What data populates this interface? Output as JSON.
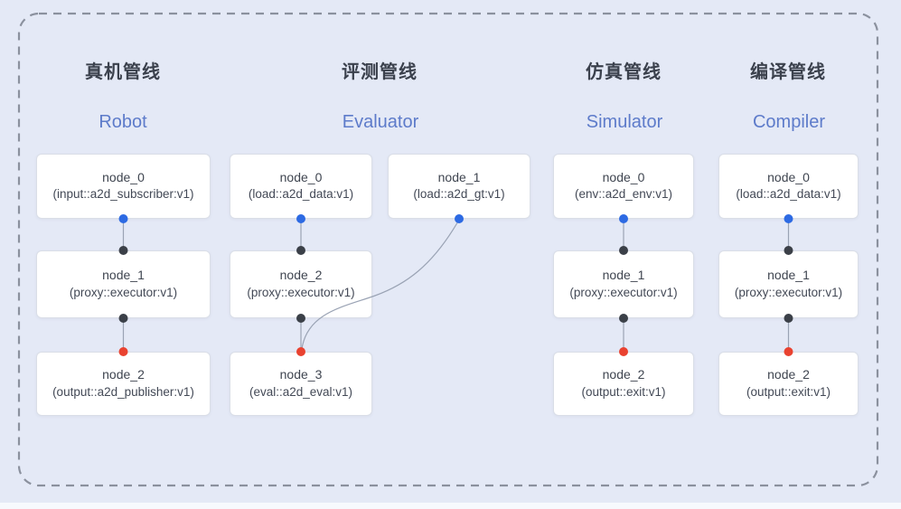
{
  "canvas": {
    "bg_color": "#e4e9f6",
    "dashed_border_color": "#8b919e"
  },
  "colors": {
    "blue_dot": "#2d6ae3",
    "black_dot": "#3b4048",
    "red_dot": "#e94230",
    "line": "#9aa3b4",
    "box_bg": "#ffffff",
    "box_border": "#dadee7",
    "cn_title": "#3b414d",
    "en_title": "#5d7bca"
  },
  "pipelines": [
    {
      "title_cn": "真机管线",
      "title_en": "Robot",
      "nodes": [
        {
          "name": "node_0",
          "type": "(input::a2d_subscriber:v1)"
        },
        {
          "name": "node_1",
          "type": "(proxy::executor:v1)"
        },
        {
          "name": "node_2",
          "type": "(output::a2d_publisher:v1)"
        }
      ]
    },
    {
      "title_cn": "评测管线",
      "title_en": "Evaluator",
      "nodes": [
        {
          "name": "node_0",
          "type": "(load::a2d_data:v1)"
        },
        {
          "name": "node_1",
          "type": "(load::a2d_gt:v1)"
        },
        {
          "name": "node_2",
          "type": "(proxy::executor:v1)"
        },
        {
          "name": "node_3",
          "type": "(eval::a2d_eval:v1)"
        }
      ]
    },
    {
      "title_cn": "仿真管线",
      "title_en": "Simulator",
      "nodes": [
        {
          "name": "node_0",
          "type": "(env::a2d_env:v1)"
        },
        {
          "name": "node_1",
          "type": "(proxy::executor:v1)"
        },
        {
          "name": "node_2",
          "type": "(output::exit:v1)"
        }
      ]
    },
    {
      "title_cn": "编译管线",
      "title_en": "Compiler",
      "nodes": [
        {
          "name": "node_0",
          "type": "(load::a2d_data:v1)"
        },
        {
          "name": "node_1",
          "type": "(proxy::executor:v1)"
        },
        {
          "name": "node_2",
          "type": "(output::exit:v1)"
        }
      ]
    }
  ]
}
